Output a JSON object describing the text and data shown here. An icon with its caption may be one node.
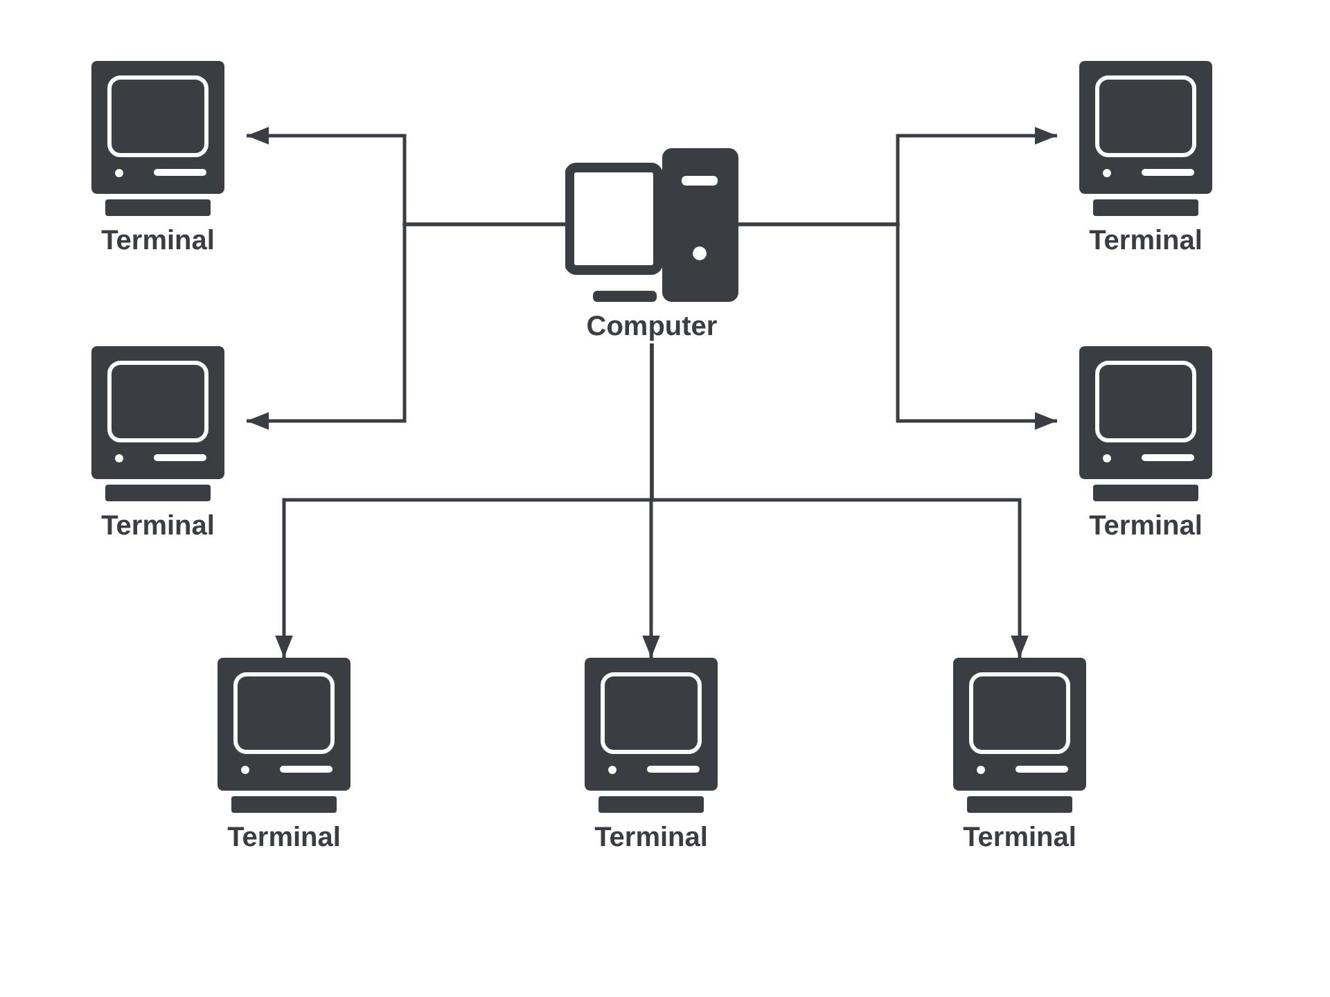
{
  "diagram": {
    "nodes": [
      {
        "text": [
          "Computer"
        ]
      },
      {
        "text": [
          "Terminal"
        ]
      },
      {
        "text": [
          "Terminal"
        ]
      },
      {
        "text": [
          "Terminal"
        ]
      },
      {
        "text": [
          "Terminal"
        ]
      },
      {
        "text": [
          "Terminal"
        ]
      },
      {
        "text": [
          "Terminal"
        ]
      },
      {
        "text": [
          "Terminal"
        ]
      }
    ],
    "edges": [
      {
        "from": 0,
        "to": 1,
        "arrow": "to"
      },
      {
        "from": 0,
        "to": 2,
        "arrow": "to"
      },
      {
        "from": 0,
        "to": 3,
        "arrow": "to"
      },
      {
        "from": 0,
        "to": 4,
        "arrow": "to"
      },
      {
        "from": 0,
        "to": 5,
        "arrow": "to"
      },
      {
        "from": 0,
        "to": 6,
        "arrow": "to"
      },
      {
        "from": 0,
        "to": 7,
        "arrow": "to"
      }
    ]
  }
}
